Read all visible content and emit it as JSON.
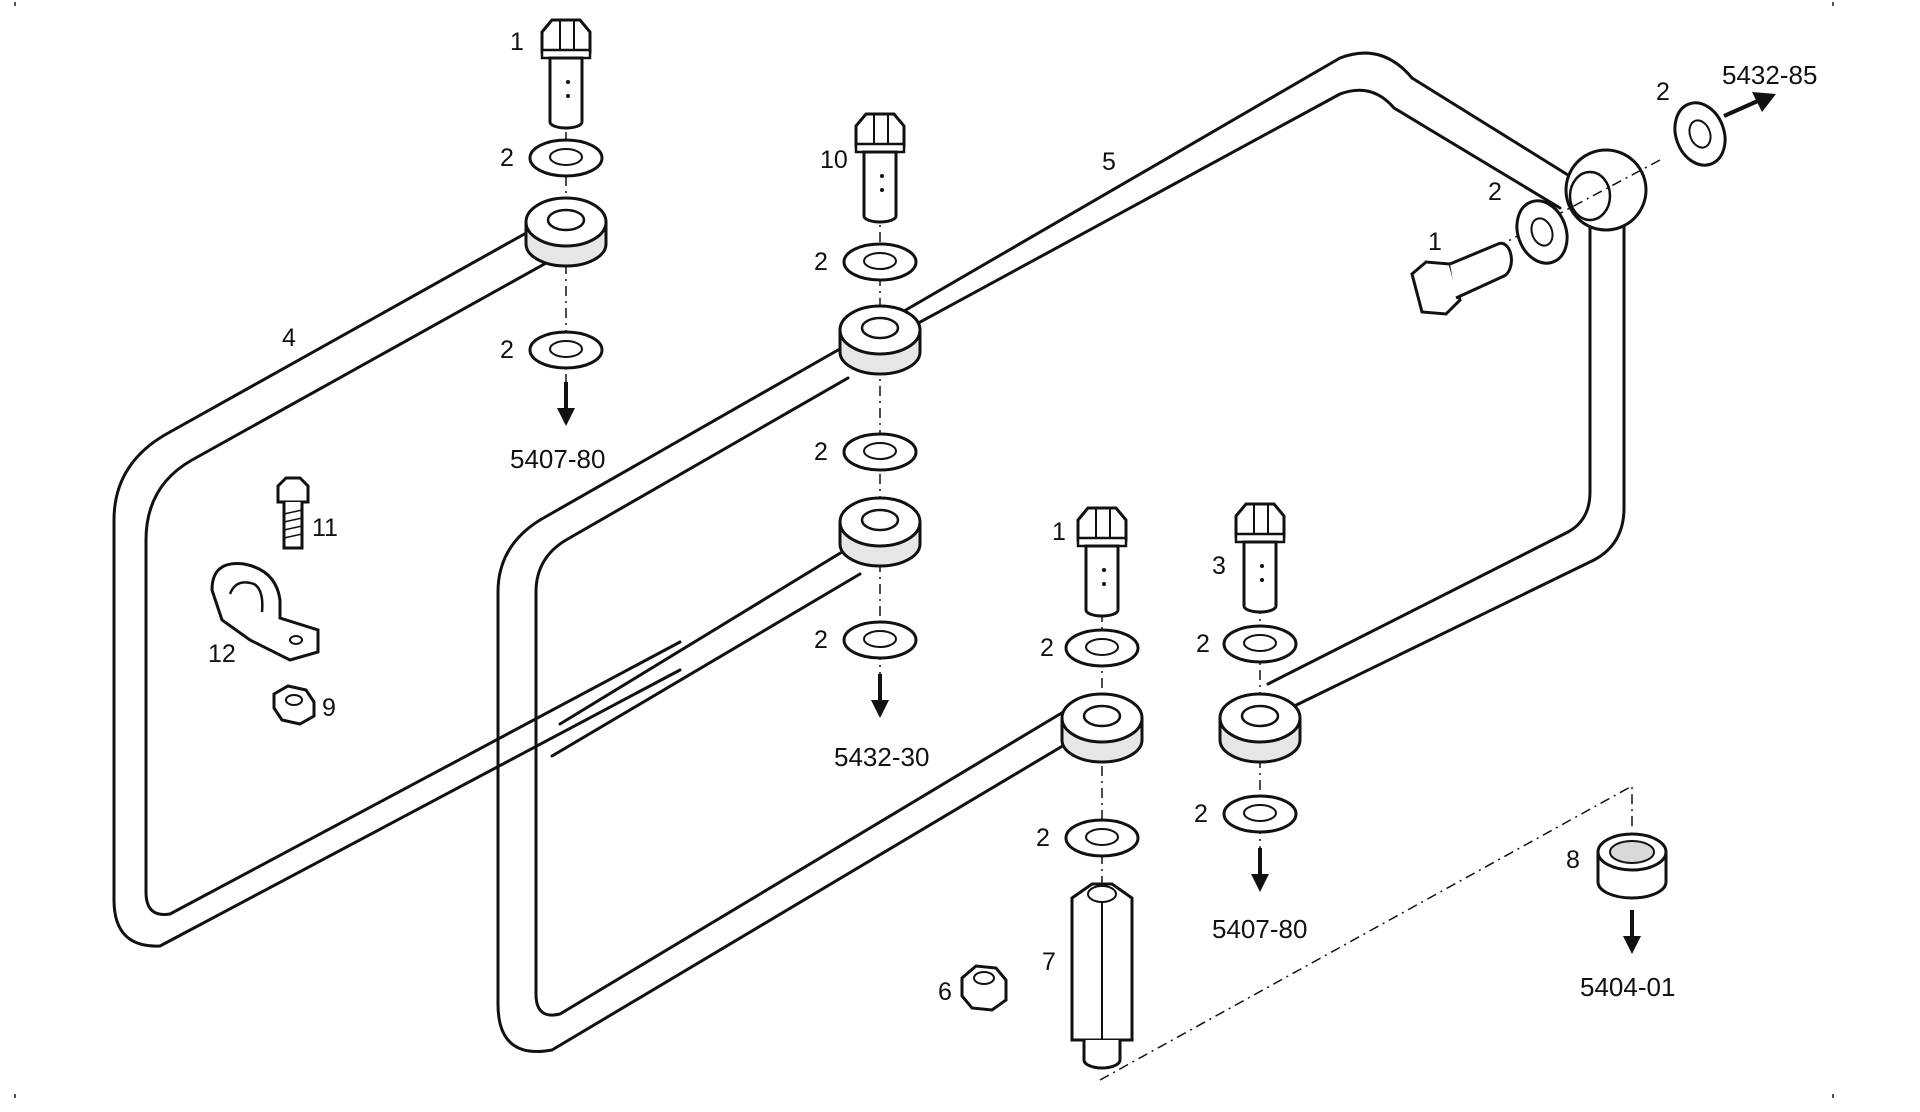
{
  "parts": {
    "p1": "1",
    "p2": "2",
    "p3": "3",
    "p4": "4",
    "p5": "5",
    "p6": "6",
    "p7": "7",
    "p8": "8",
    "p9": "9",
    "p10": "10",
    "p11": "11",
    "p12": "12"
  },
  "refs": {
    "r5407_80": "5407-80",
    "r5432_30": "5432-30",
    "r5432_85": "5432-85",
    "r5404_01": "5404-01"
  },
  "colors": {
    "line": "#111111",
    "fill": "#ffffff",
    "shade": "#d9d9d9"
  }
}
